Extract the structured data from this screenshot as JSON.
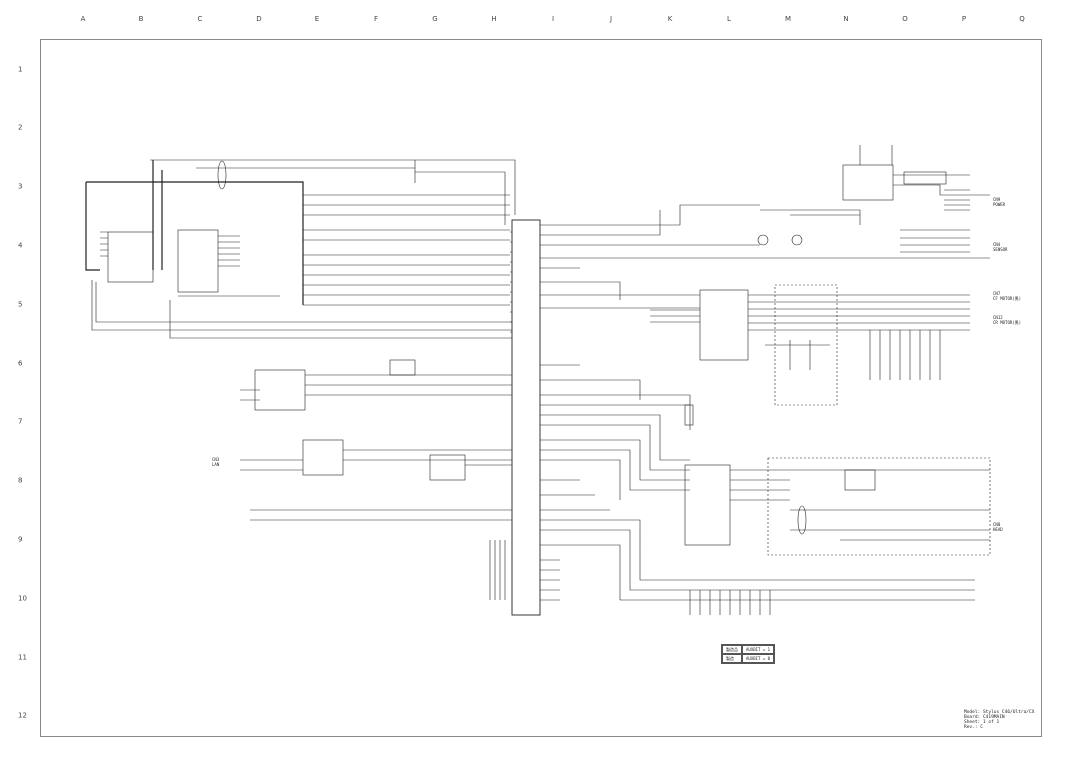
{
  "grid": {
    "columns": [
      "A",
      "B",
      "C",
      "D",
      "E",
      "F",
      "G",
      "H",
      "I",
      "J",
      "K",
      "L",
      "M",
      "N",
      "O",
      "P",
      "Q"
    ],
    "rows": [
      "1",
      "2",
      "3",
      "4",
      "5",
      "6",
      "7",
      "8",
      "9",
      "10",
      "11",
      "12"
    ]
  },
  "connectors": {
    "cn9": {
      "name": "CN9",
      "label": "POWER"
    },
    "cn4": {
      "name": "CN4",
      "label": "SENSOR"
    },
    "cn7": {
      "name": "CN7",
      "label": "CF MOTOR(黒)"
    },
    "cn12": {
      "name": "CN12",
      "label": "CR MOTOR(黒)"
    },
    "cn8": {
      "name": "CN8",
      "label": "HEAD"
    },
    "cn3": {
      "name": "CN3",
      "label": "LAN"
    }
  },
  "legend": {
    "rows": [
      [
        "製造品",
        "AUXBIT = 1"
      ],
      [
        "製造",
        "AUXBIT = 0"
      ]
    ]
  },
  "title_block": {
    "model": "Model: Stylus C46/Ultra/CX",
    "board": "Board: C419MAIN",
    "sheet": "Sheet: 1 of 1",
    "rev": "Rev.: C"
  }
}
